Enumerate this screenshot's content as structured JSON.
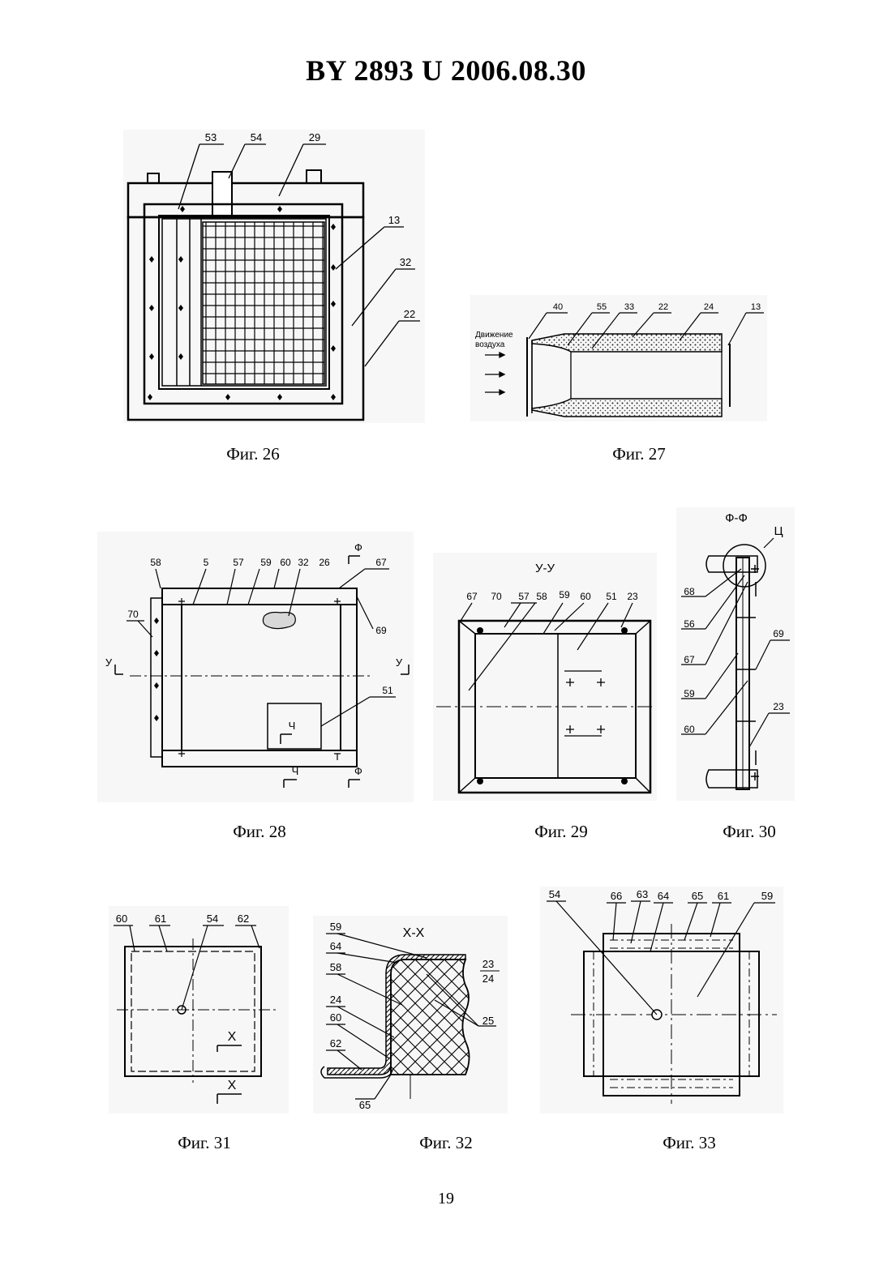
{
  "header": {
    "title": "BY  2893  U  2006.08.30"
  },
  "page_number": "19",
  "figures": {
    "fig26": {
      "caption": "Фиг. 26",
      "labels": {
        "l53": "53",
        "l54": "54",
        "l29": "29",
        "l13": "13",
        "l32": "32",
        "l22": "22"
      }
    },
    "fig27": {
      "caption": "Фиг. 27",
      "text_line1": "Движение",
      "text_line2": "воздуха",
      "labels": {
        "l40": "40",
        "l55": "55",
        "l33": "33",
        "l22": "22",
        "l24": "24",
        "l13": "13"
      }
    },
    "fig28": {
      "caption": "Фиг. 28",
      "labels": {
        "l58": "58",
        "l5": "5",
        "l57": "57",
        "l59": "59",
        "l60": "60",
        "l32": "32",
        "l26": "26",
        "l67": "67",
        "l69": "69",
        "l70": "70",
        "l51": "51"
      },
      "section_f": "Ф",
      "section_u": "У",
      "section_ch": "Ч"
    },
    "fig29": {
      "caption": "Фиг. 29",
      "title": "У-У",
      "labels": {
        "l67": "67",
        "l70": "70",
        "l57": "57",
        "l58": "58",
        "l59": "59",
        "l60": "60",
        "l51": "51",
        "l23": "23"
      }
    },
    "fig30": {
      "caption": "Фиг. 30",
      "title": "Ф-Ф",
      "labels": {
        "lC": "Ц",
        "l68": "68",
        "l56": "56",
        "l67": "67",
        "l69": "69",
        "l59": "59",
        "l60": "60",
        "l23": "23"
      }
    },
    "fig31": {
      "caption": "Фиг. 31",
      "labels": {
        "l60": "60",
        "l61": "61",
        "l54": "54",
        "l62": "62"
      },
      "section_x": "X"
    },
    "fig32": {
      "caption": "Фиг. 32",
      "title": "X-X",
      "labels": {
        "l59": "59",
        "l64": "64",
        "l58": "58",
        "l24": "24",
        "l60": "60",
        "l62": "62",
        "l65": "65",
        "l23": "23",
        "l24b": "24",
        "l25": "25"
      }
    },
    "fig33": {
      "caption": "Фиг. 33",
      "labels": {
        "l54": "54",
        "l66": "66",
        "l63": "63",
        "l64": "64",
        "l65": "65",
        "l61": "61",
        "l59": "59"
      }
    }
  }
}
